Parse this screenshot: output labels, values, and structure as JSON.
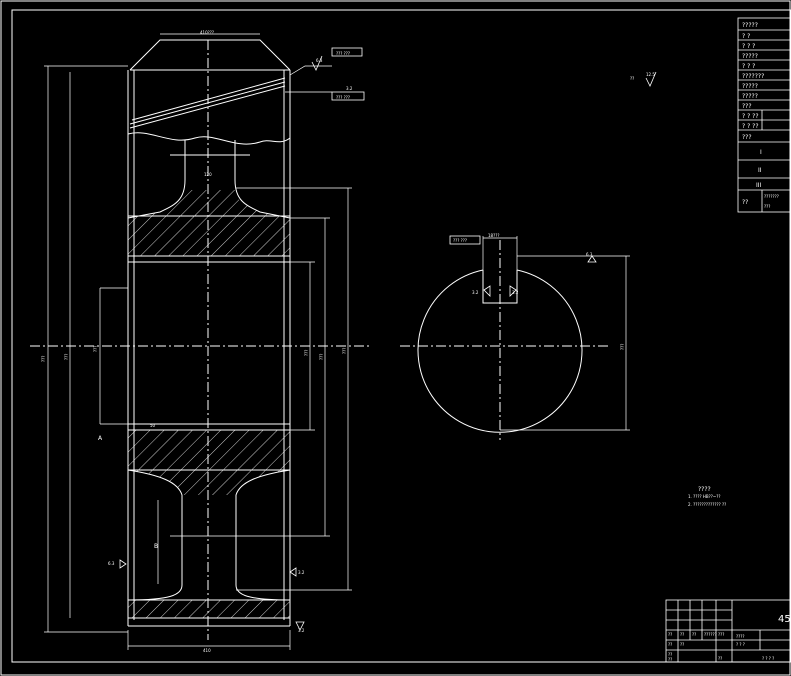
{
  "colors": {
    "background": "#000000",
    "stroke": "#ffffff"
  },
  "gear_front": {
    "dim_top": "410???",
    "dim_bottom": "410",
    "dim_hub": "120",
    "dim_web": "50",
    "dim_inner": "???",
    "dim_bore": "???",
    "dim_root": "???",
    "dim_tip": "???",
    "dim_outer_left": "???",
    "dim_left_small": "???",
    "gd_t_top": "??? ???",
    "gd_t_mid": "??? ???",
    "roughness_top": "6.3",
    "roughness_mid": "3.2",
    "roughness_right": "3.2",
    "roughness_left": "6.3",
    "roughness_bottom": "3.2",
    "datum_left_top": "A",
    "datum_left_bottom": "B"
  },
  "gear_side": {
    "keyway_dim": "18???",
    "bore_dim": "???",
    "gd_t_key": "??? ???",
    "roughness_key_left": "3.2",
    "roughness_key_right": "3.2",
    "roughness_side": "6.3"
  },
  "other_roughness": {
    "label": "??",
    "value": "12.5"
  },
  "param_table": {
    "rows": [
      "?????",
      "? ?",
      "? ? ?",
      "?????",
      "? ? ?",
      "???????",
      "?????",
      "?????",
      "???",
      "? ? ??",
      "? ? ??",
      "???"
    ],
    "roman_1": "I",
    "roman_2": "II",
    "roman_3": "III",
    "last_label": "??",
    "last_value": "???????",
    "last_sub": "???"
  },
  "tech_req": {
    "title": "????",
    "line1": "1. ???? HB??~??",
    "line2": "2. ????????????? ??"
  },
  "title_block": {
    "material": "45",
    "h1": "??",
    "h2": "??",
    "h3": "??",
    "h4": "??????",
    "h5": "???",
    "r2_1": "??",
    "r2_2": "??",
    "r2_3": "? ? ?",
    "r3_1": "??",
    "r4_1": "??",
    "stage": "????",
    "scale": "??",
    "sheet": "? ? ? ?"
  }
}
